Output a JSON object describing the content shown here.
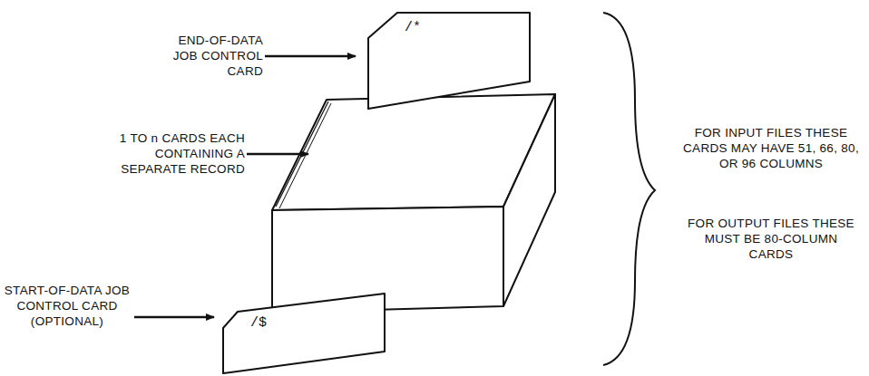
{
  "diagram": {
    "nodes": [
      {
        "text": [
          "/*"
        ]
      },
      {
        "text": [
          "/$"
        ]
      }
    ],
    "labels": [
      "END-OF-DATA JOB CONTROL CARD",
      "1 TO n CARDS EACH CONTAINING A SEPARATE RECORD",
      "START-OF-DATA JOB CONTROL CARD (OPTIONAL)",
      "FOR INPUT FILES THESE CARDS MAY HAVE 51, 66, 80, OR 96 COLUMNS",
      "FOR OUTPUT FILES THESE MUST BE 80-COLUMN CARDS"
    ]
  }
}
